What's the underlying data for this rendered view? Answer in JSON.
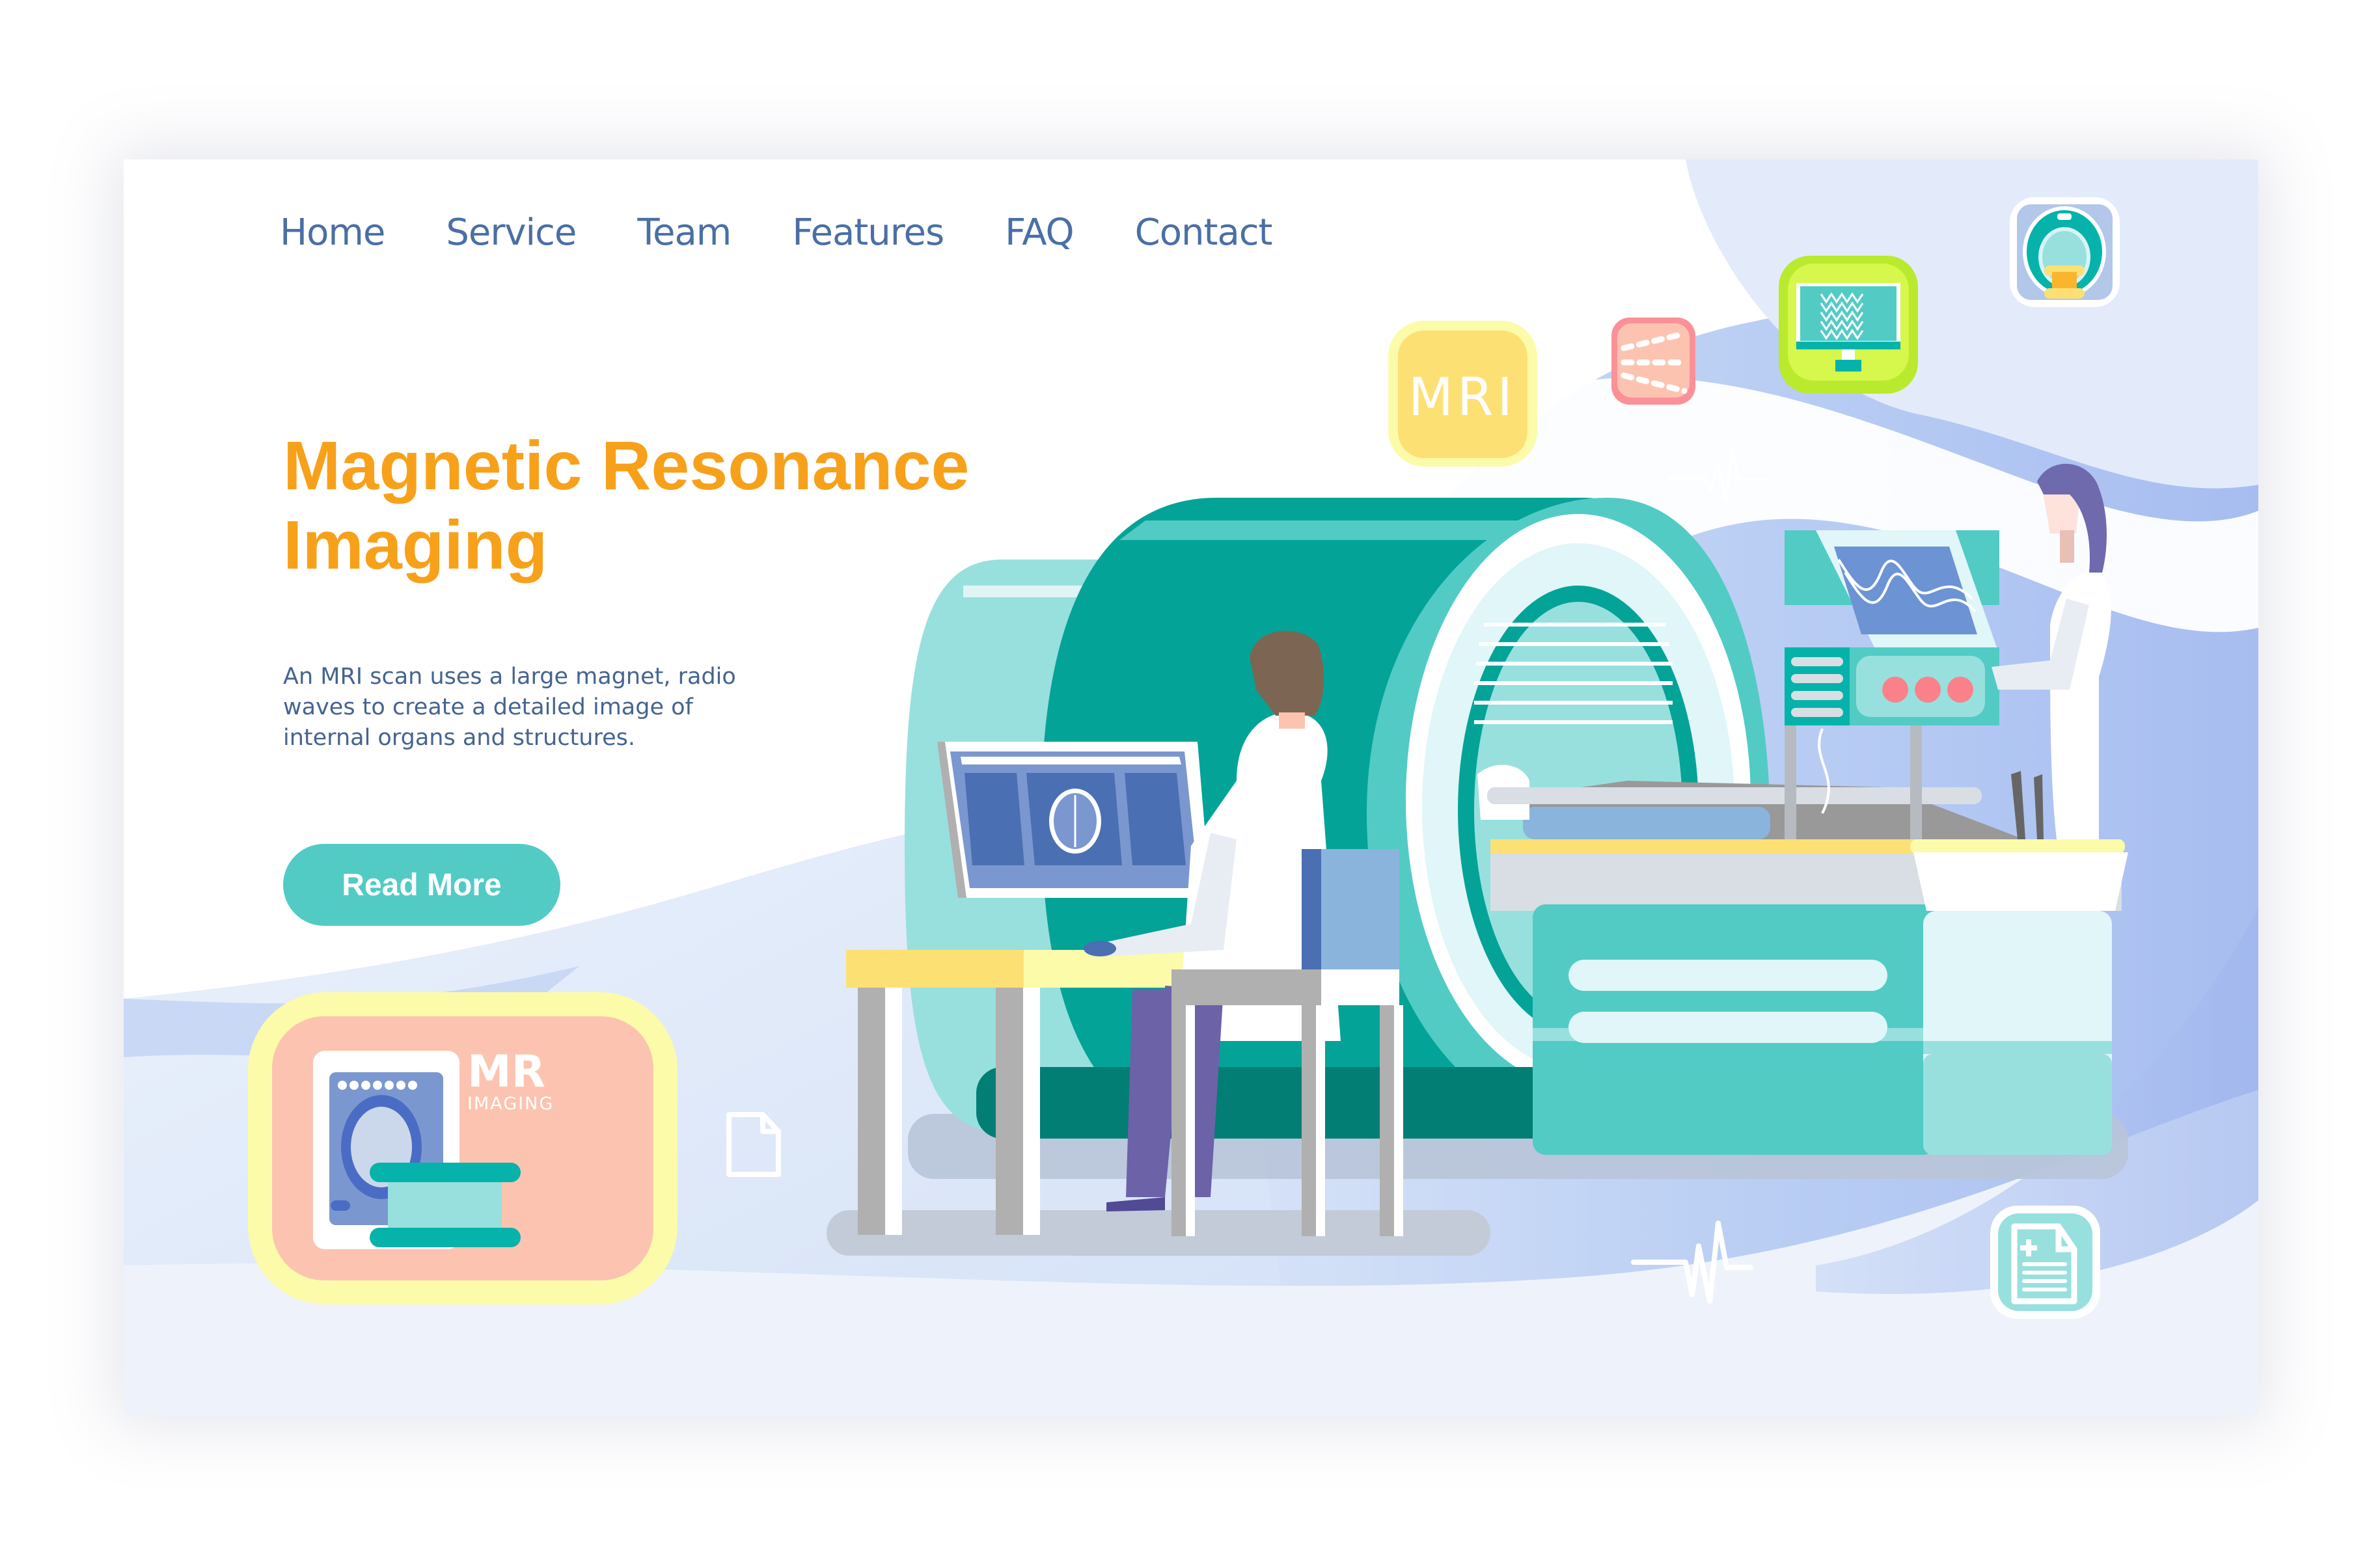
{
  "nav": {
    "items": [
      {
        "label": "Home"
      },
      {
        "label": "Service"
      },
      {
        "label": "Team"
      },
      {
        "label": "Features"
      },
      {
        "label": "FAQ"
      },
      {
        "label": "Contact"
      }
    ]
  },
  "hero": {
    "title_line1": "Magnetic Resonance",
    "title_line2": "Imaging",
    "description": "An MRI scan uses a large magnet, radio waves to create a detailed image of internal organs and structures.",
    "cta_label": "Read More"
  },
  "badges": {
    "mri_label": "MRI",
    "mr_imaging_title": "MR",
    "mr_imaging_subtitle": "IMAGING"
  },
  "icons": [
    "mri-badge-icon",
    "xray-beam-icon",
    "monitor-waveform-icon",
    "mri-scanner-icon",
    "heartbeat-icon",
    "medical-report-icon",
    "document-icon",
    "mr-imaging-badge"
  ],
  "colors": {
    "title": "#f7a11b",
    "nav_text": "#4a6fa5",
    "body_text": "#45648f",
    "button": "#52cbc5",
    "teal_dark": "#04a398",
    "teal_mid": "#52cbc5",
    "teal_light": "#98e0de",
    "wave_blue": "#b8cbf2",
    "yellow": "#fde074",
    "peach": "#fcc4b0",
    "lime": "#d6f74b"
  }
}
